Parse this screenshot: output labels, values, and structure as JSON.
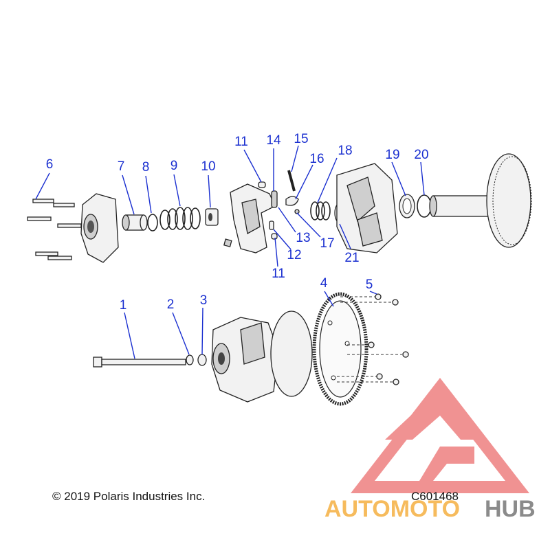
{
  "diagram": {
    "callouts": [
      "1",
      "2",
      "3",
      "4",
      "5",
      "6",
      "7",
      "8",
      "9",
      "10",
      "11",
      "12",
      "13",
      "14",
      "15",
      "16",
      "17",
      "18",
      "19",
      "20",
      "21",
      "11"
    ],
    "copyright": "© 2019 Polaris Industries Inc.",
    "part_code": "C601468"
  },
  "watermark": {
    "word_a": "AUTOMOTO",
    "word_b": "HUB",
    "color_a": "#f5b041",
    "color_b": "#777777",
    "logo_color": "#ee7f7f"
  },
  "colors": {
    "callout": "#1a2fd0"
  }
}
